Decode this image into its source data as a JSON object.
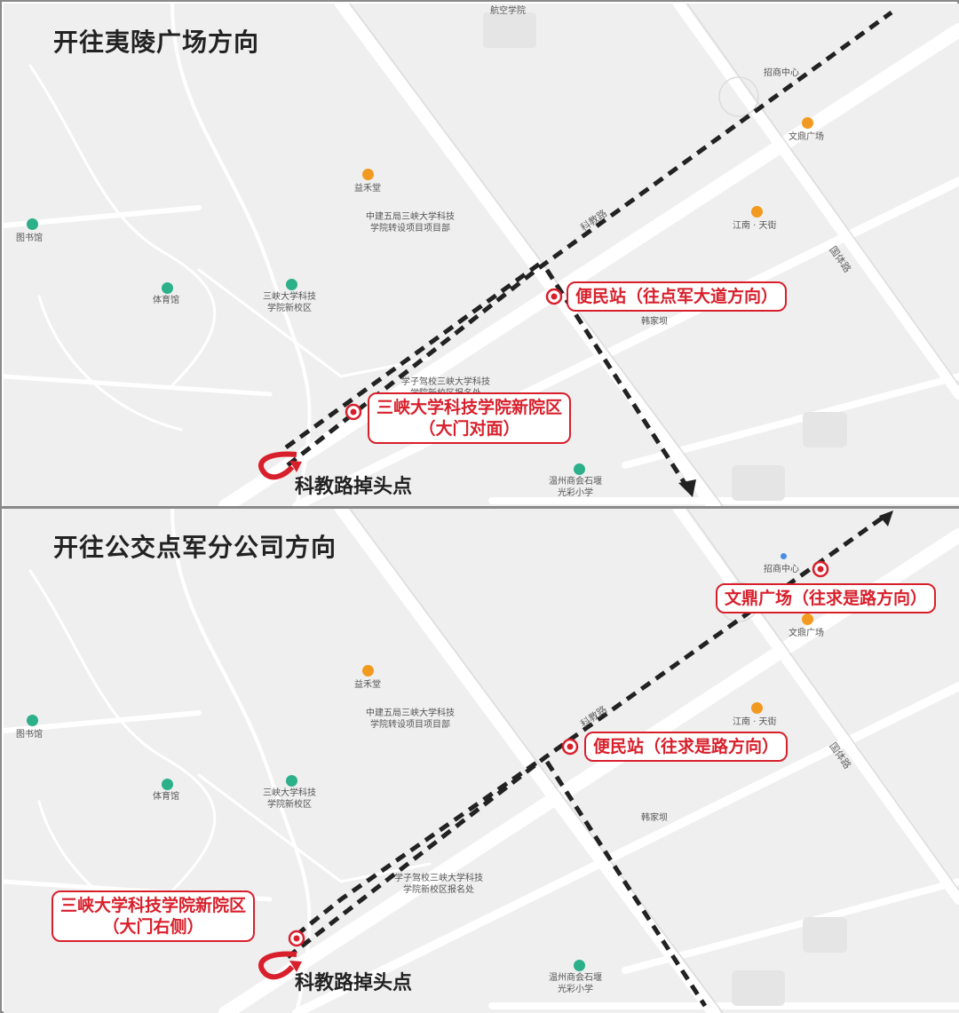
{
  "panels": [
    {
      "title": "开往夷陵广场方向",
      "uturn": "科教路掉头点",
      "callouts": [
        {
          "text": "便民站（往点军大道方向）"
        },
        {
          "text_line1": "三峡大学科技学院新院区",
          "text_line2": "（大门对面）"
        }
      ]
    },
    {
      "title": "开往公交点军分公司方向",
      "uturn": "科教路掉头点",
      "callouts": [
        {
          "text": "文鼎广场（往求是路方向）"
        },
        {
          "text": "便民站（往求是路方向）"
        },
        {
          "text_line1": "三峡大学科技学院新院区",
          "text_line2": "（大门右侧）"
        }
      ]
    }
  ],
  "map_labels": {
    "hangkong": "航空学院",
    "zhaoshang": "招商中心",
    "wending": "文鼎广场",
    "yihe": "益禾堂",
    "zhongjian_l1": "中建五局三峡大学科技",
    "zhongjian_l2": "学院转设项目项目部",
    "jiangnan": "江南 · 天街",
    "library": "图书馆",
    "gym": "体育馆",
    "campus_l1": "三峡大学科技",
    "campus_l2": "学院新校区",
    "xuezi_l1": "学子驾校三峡大学科技",
    "xuezi_l2": "学院新校区报名处",
    "hanjiaba": "韩家坝",
    "wenzhou_l1": "温州商会石堰",
    "wenzhou_l2": "光彩小学",
    "kejiao_road": "科教路",
    "tiyu_road": "国体路"
  },
  "colors": {
    "accent": "#d8202c",
    "route": "#222222",
    "map_bg": "#efefef",
    "road": "#ffffff",
    "poi_orange": "#f29a1f",
    "poi_green": "#2bb08a"
  }
}
